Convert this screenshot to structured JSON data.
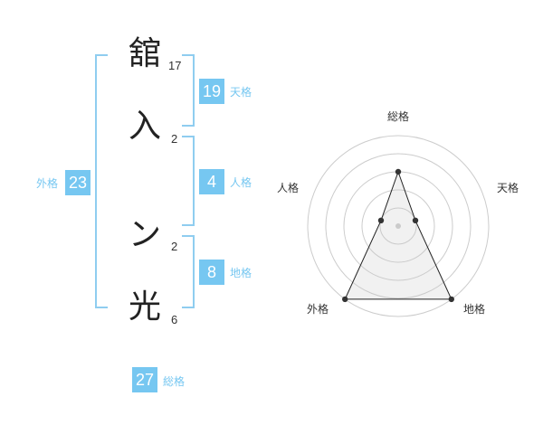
{
  "name": {
    "characters": [
      {
        "char": "舘",
        "strokes": "17"
      },
      {
        "char": "入",
        "strokes": "2"
      },
      {
        "char": "ン",
        "strokes": "2"
      },
      {
        "char": "光",
        "strokes": "6"
      }
    ]
  },
  "fortune": {
    "tenkaku": {
      "value": "19",
      "label": "天格"
    },
    "jinkaku": {
      "value": "4",
      "label": "人格"
    },
    "chikaku": {
      "value": "8",
      "label": "地格"
    },
    "gaikaku": {
      "value": "23",
      "label": "外格"
    },
    "soukaku": {
      "value": "27",
      "label": "総格"
    }
  },
  "colors": {
    "accent": "#76c7f1",
    "bracket": "#8fcdf0"
  },
  "chart_data": {
    "type": "radar",
    "axes": [
      "総格",
      "天格",
      "地格",
      "外格",
      "人格"
    ],
    "values": [
      3,
      1,
      5,
      5,
      1
    ],
    "range": [
      0,
      5
    ],
    "grid": true
  }
}
